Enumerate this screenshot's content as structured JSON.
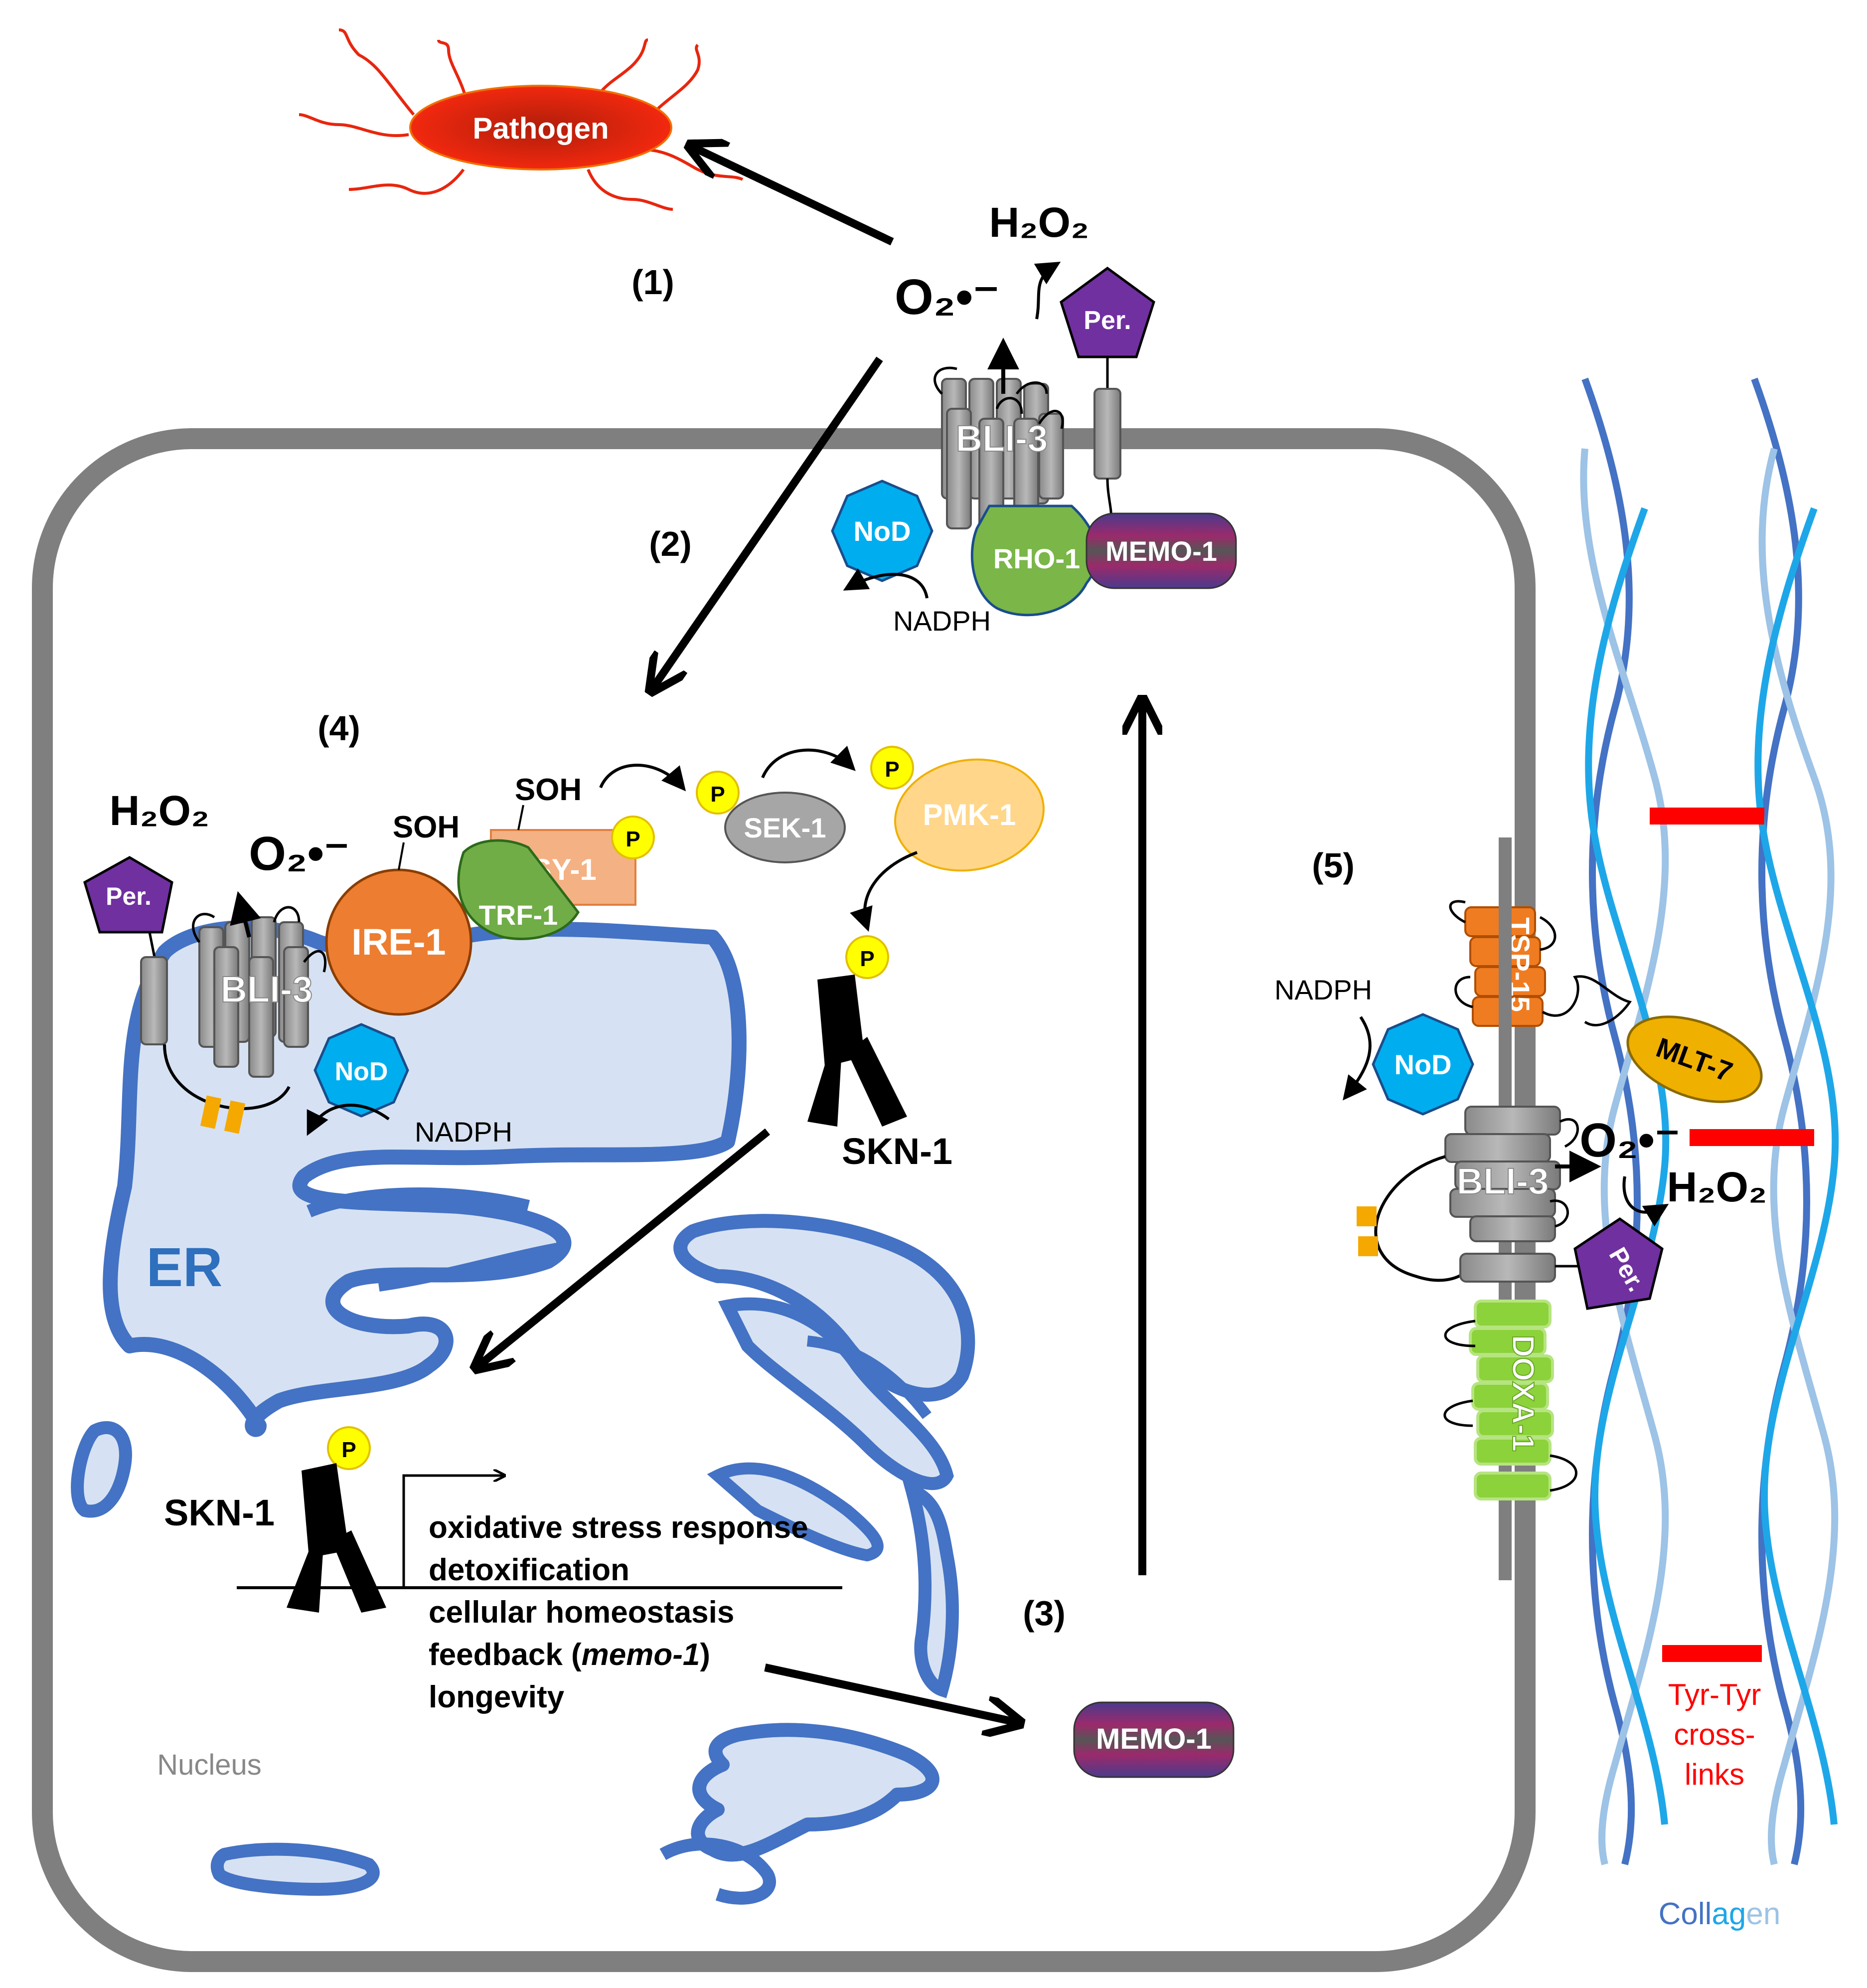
{
  "labels": {
    "pathogen": "Pathogen",
    "step1": "(1)",
    "step2": "(2)",
    "step3": "(3)",
    "step4": "(4)",
    "step5": "(5)",
    "superoxide": "O₂•⁻",
    "h2o2": "H₂O₂",
    "per": "Per.",
    "bli3": "BLI-3",
    "nod": "NoD",
    "rho1": "RHO-1",
    "memo1": "MEMO-1",
    "nadph": "NADPH",
    "soh": "SOH",
    "ire1": "IRE-1",
    "trf1": "TRF-1",
    "nsy1": "NSY-1",
    "p": "P",
    "sek1": "SEK-1",
    "pmk1": "PMK-1",
    "skn1": "SKN-1",
    "er": "ER",
    "nucleus": "Nucleus",
    "tsp15": "TSP-15",
    "mlt7": "MLT-7",
    "doxa1": "DOXA-1",
    "tyr_line1": "Tyr-Tyr",
    "tyr_line2": "cross-",
    "tyr_line3": "links",
    "collagen_a": "Coll",
    "collagen_b": "ag",
    "collagen_c": "en"
  },
  "gene_targets": {
    "line1": "oxidative stress response",
    "line2": "detoxification",
    "line3": "cellular homeostasis",
    "line4_prefix": "feedback (",
    "line4_italic": "memo-1",
    "line4_suffix": ")",
    "line5": "longevity"
  },
  "colors": {
    "cell_wall": "#7f7f7f",
    "er_fill": "#d6e2f3",
    "er_stroke": "#4472c4",
    "pathogen": "#e8260e",
    "per": "#7030a0",
    "nod": "#00aeef",
    "rho1": "#7ab648",
    "ire1": "#ed7d31",
    "trf1": "#70ad47",
    "nsy1": "#f4b183",
    "sek1": "#a6a6a6",
    "pmk1": "#ffd68a",
    "p_dot": "#ffff00",
    "tsp15": "#f07c22",
    "mlt7": "#f0b000",
    "doxa1": "#8cd23a",
    "crosslink": "#ff0000",
    "collagen_dark": "#4472c4",
    "collagen_mid": "#1ea7e8",
    "collagen_light": "#9dc3e6"
  }
}
